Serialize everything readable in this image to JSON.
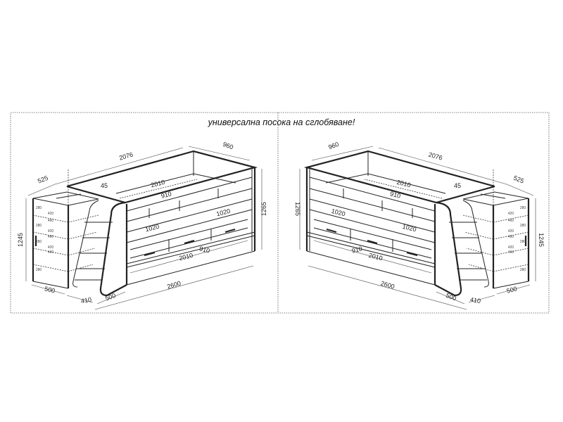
{
  "title": "универсална посока на сглобяване!",
  "left_view": {
    "dimensions": {
      "length_top": "2076",
      "depth": "960",
      "shelf_depth": "525",
      "angle": "45",
      "inner_length_top": "2010",
      "drawer_910_top": "910",
      "drawer_1020_right": "1020",
      "drawer_1020_left": "1020",
      "drawer_910_bottom": "910",
      "inner_length_bottom": "2010",
      "overall_length": "2600",
      "bed_height": "1265",
      "shelf_height": "1245",
      "shelf_width": "500",
      "ladder_width": "410",
      "ladder_base": "500"
    },
    "shelf_labels": [
      "280",
      "420",
      "460",
      "280",
      "420",
      "460",
      "280",
      "420",
      "460",
      "280"
    ]
  },
  "right_view": {
    "dimensions": {
      "length_top": "2076",
      "depth": "960",
      "shelf_depth": "525",
      "angle": "45",
      "inner_length_top": "2010",
      "drawer_910_top": "910",
      "drawer_1020_right": "1020",
      "drawer_1020_left": "1020",
      "drawer_910_bottom": "910",
      "inner_length_bottom": "2010",
      "overall_length": "2600",
      "bed_height": "1265",
      "shelf_height": "1245",
      "shelf_width": "500",
      "ladder_width": "410",
      "ladder_base": "500"
    },
    "shelf_labels": [
      "280",
      "420",
      "460",
      "280",
      "420",
      "460",
      "280",
      "420",
      "460",
      "280"
    ]
  }
}
